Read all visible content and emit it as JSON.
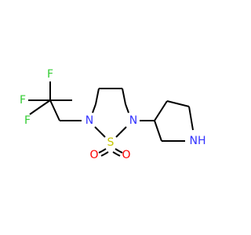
{
  "colors": {
    "bond": "#000000",
    "carbon": "#000000",
    "nitrogen": "#3333ff",
    "sulfur": "#c6c600",
    "oxygen": "#ff0000",
    "fluorine": "#33cc33",
    "background": "#ffffff"
  },
  "atoms": {
    "f_top": "F",
    "f_left": "F",
    "f_right": "F",
    "n1": "N",
    "n2": "N",
    "s": "S",
    "o_left": "O",
    "o_right": "O",
    "nh": "NH"
  }
}
